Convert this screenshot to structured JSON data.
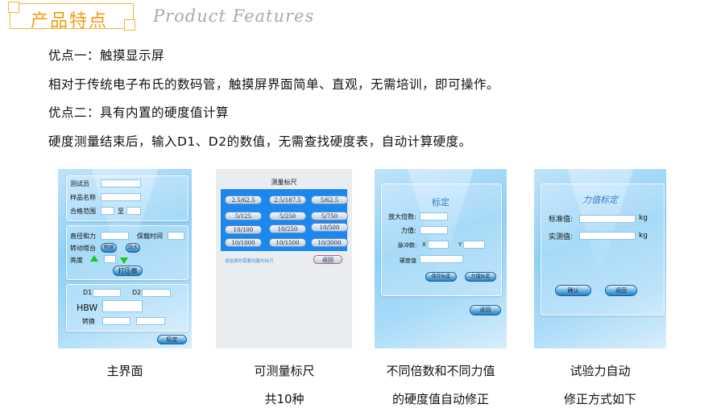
{
  "header": {
    "title": "产品特点",
    "subtitle": "Product Features"
  },
  "lines": [
    "优点一：触摸显示屏",
    "相对于传统电子布氏的数码管，触摸屏界面简单、直观，无需培训，即可操作。",
    "优点二：具有内置的硬度值计算",
    "硬度测量结束后，输入D1、D2的数值，无需查找硬度表，自动计算硬度。"
  ],
  "main_screen": {
    "tester": "测试员",
    "sample": "样品名称",
    "range": "合格范围",
    "to": "至",
    "force": "直径和力",
    "hold_time": "保载时间",
    "turret": "转动塔台",
    "objective": "物镜",
    "indenter": "压头",
    "brightness": "亮度",
    "indent": "打压痕",
    "d1": "D1",
    "d2": "D2",
    "hbw": "HBW",
    "convert": "转换",
    "calibrate": "标定"
  },
  "scale_screen": {
    "title": "测量标尺",
    "scales": [
      "2.5/62.5",
      "2.5/187.5",
      "5/62.5",
      "5/125",
      "5/250",
      "5/750",
      "10/100",
      "10/250",
      "10/500",
      "10/1000",
      "10/1500",
      "10/3000"
    ],
    "hint": "请选择你需要测量的标尺",
    "back": "返回"
  },
  "calib_screen": {
    "title": "标定",
    "magnification": "放大倍数:",
    "force": "力值:",
    "pulse": "脉冲数:",
    "x": "X",
    "y": "Y",
    "hardness": "硬度值",
    "save": "保存标定",
    "force_calib": "力值标定",
    "back": "返回"
  },
  "force_screen": {
    "title": "力值标定",
    "standard": "标准值:",
    "measured": "实测值:",
    "unit": "kg",
    "confirm": "确认",
    "back": "返回"
  },
  "captions": {
    "c1": "主界面",
    "c2a": "可测量标尺",
    "c2b": "共10种",
    "c3a": "不同倍数和不同力值",
    "c3b": "的硬度值自动修正",
    "c4a": "试验力自动",
    "c4b": "修正方式如下"
  }
}
